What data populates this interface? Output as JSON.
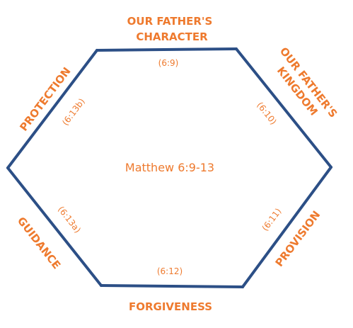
{
  "colors": {
    "outline": "#2c4f86",
    "text": "#ee7a2e"
  },
  "center": {
    "text": "Matthew 6:9-13"
  },
  "sections": [
    {
      "title_lines": [
        "OUR FATHER'S",
        "CHARACTER"
      ],
      "reference": "(6:9)"
    },
    {
      "title_lines": [
        "OUR FATHER'S",
        "KINGDOM"
      ],
      "reference": "(6:10)"
    },
    {
      "title_lines": [
        "PROVISION"
      ],
      "reference": "(6:11)"
    },
    {
      "title_lines": [
        "FORGIVENESS"
      ],
      "reference": "(6:12)"
    },
    {
      "title_lines": [
        "GUIDANCE"
      ],
      "reference": "(6:13a)"
    },
    {
      "title_lines": [
        "PROTECTION"
      ],
      "reference": "(6:13b)"
    }
  ]
}
